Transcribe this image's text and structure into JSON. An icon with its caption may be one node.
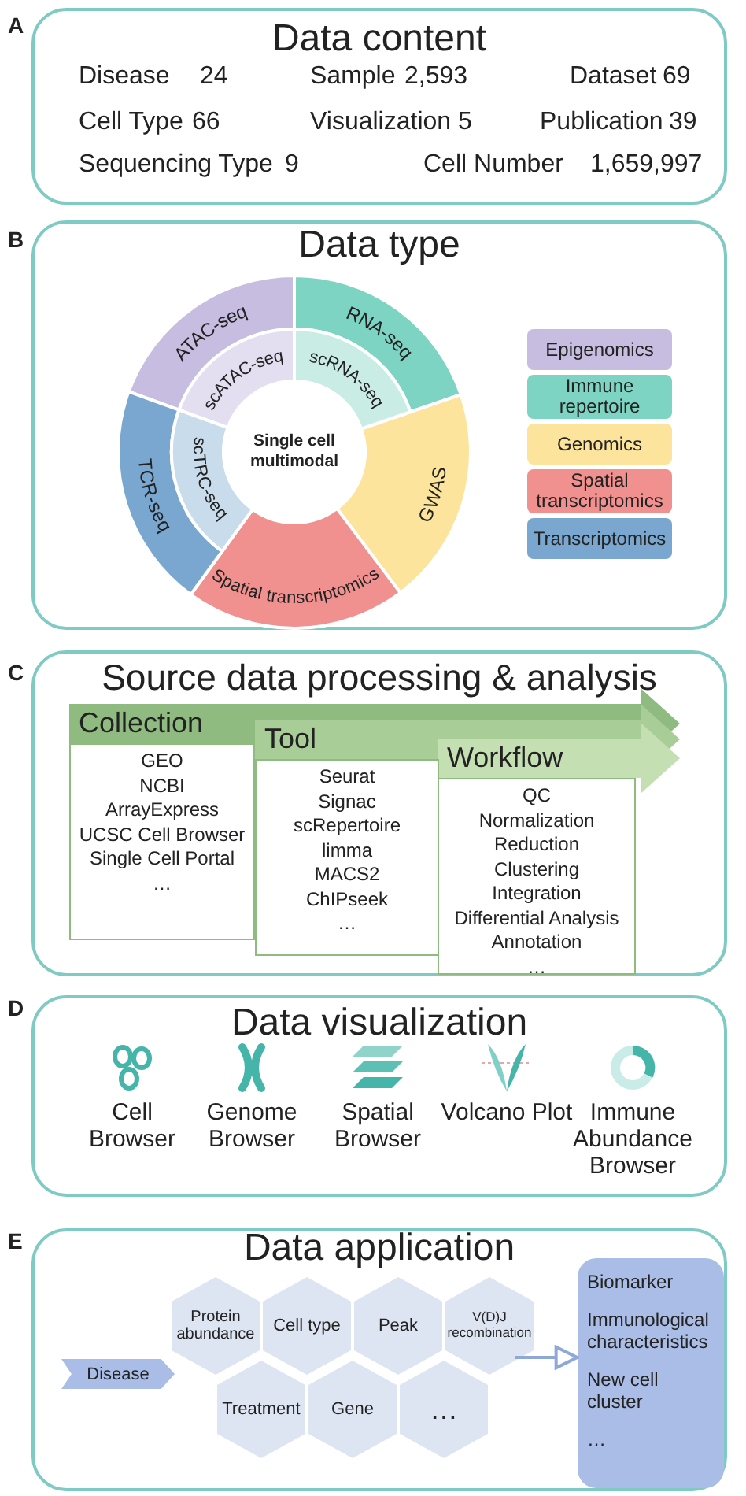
{
  "diagram": {
    "nodes": [
      {
        "text": [
          "Data content"
        ]
      },
      {
        "text": [
          "Data type"
        ]
      },
      {
        "text": [
          "Single cell multimodal"
        ],
        "in": 1
      },
      {
        "text": [
          "ATAC-seq"
        ],
        "in": 1
      },
      {
        "text": [
          "RNA-seq"
        ],
        "in": 1
      },
      {
        "text": [
          "GWAS"
        ],
        "in": 1
      },
      {
        "text": [
          "Spatial transcriptomics"
        ],
        "in": 1
      },
      {
        "text": [
          "TCR-seq"
        ],
        "in": 1
      },
      {
        "text": [
          "scATAC-seq"
        ],
        "in": 1
      },
      {
        "text": [
          "scRNA-seq"
        ],
        "in": 1
      },
      {
        "text": [
          "scTRC-seq"
        ],
        "in": 1
      },
      {
        "text": [
          "Source data processing & analysis"
        ]
      },
      {
        "text": [
          "Collection",
          "GEO",
          "NCBI",
          "ArrayExpress",
          "UCSC Cell Browser",
          "Single Cell Portal",
          "…"
        ],
        "in": 11
      },
      {
        "text": [
          "Tool",
          "Seurat",
          "Signac",
          "scRepertoire",
          "limma",
          "MACS2",
          "ChIPseek",
          "…"
        ],
        "in": 11
      },
      {
        "text": [
          "Workflow",
          "QC",
          "Normalization",
          "Reduction",
          "Clustering",
          "Integration",
          "Differential Analysis",
          "Annotation",
          "…"
        ],
        "in": 11
      },
      {
        "text": [
          "Data visualization"
        ]
      },
      {
        "text": [
          "Cell Browser"
        ],
        "in": 15
      },
      {
        "text": [
          "Genome Browser"
        ],
        "in": 15
      },
      {
        "text": [
          "Spatial Browser"
        ],
        "in": 15
      },
      {
        "text": [
          "Volcano Plot"
        ],
        "in": 15
      },
      {
        "text": [
          "Immune Abundance Browser"
        ],
        "in": 15
      },
      {
        "text": [
          "Data application"
        ]
      },
      {
        "text": [
          "Disease"
        ],
        "in": 21
      },
      {
        "text": [
          "Protein abundance"
        ],
        "in": 21
      },
      {
        "text": [
          "Cell type"
        ],
        "in": 21
      },
      {
        "text": [
          "Peak"
        ],
        "in": 21
      },
      {
        "text": [
          "V(D)J recombination"
        ],
        "in": 21
      },
      {
        "text": [
          "Treatment"
        ],
        "in": 21
      },
      {
        "text": [
          "Gene"
        ],
        "in": 21
      },
      {
        "text": [
          "…"
        ],
        "in": 21
      },
      {
        "text": [
          "Biomarker",
          "Immunological characteristics",
          "New cell cluster",
          "…"
        ],
        "in": 21
      }
    ],
    "edges": [
      {
        "from": 26,
        "to": 30,
        "arrow": "to"
      }
    ],
    "labels": [
      "A",
      "Disease",
      "24",
      "Sample",
      "2,593",
      "Dataset",
      "69",
      "Cell Type",
      "66",
      "Visualization",
      "5",
      "Publication",
      "39",
      "Sequencing Type",
      "9",
      "Cell Number",
      "1,659,997",
      "B",
      "C",
      "D",
      "E"
    ],
    "legend": [
      {
        "text": "Epigenomics",
        "color": "#c6bde0"
      },
      {
        "text": "Immune repertoire",
        "color": "#7dd4c2"
      },
      {
        "text": "Genomics",
        "color": "#fde49c"
      },
      {
        "text": "Spatial transcriptomics",
        "color": "#f0918f"
      },
      {
        "text": "Transcriptomics",
        "color": "#79a7cf"
      }
    ]
  }
}
